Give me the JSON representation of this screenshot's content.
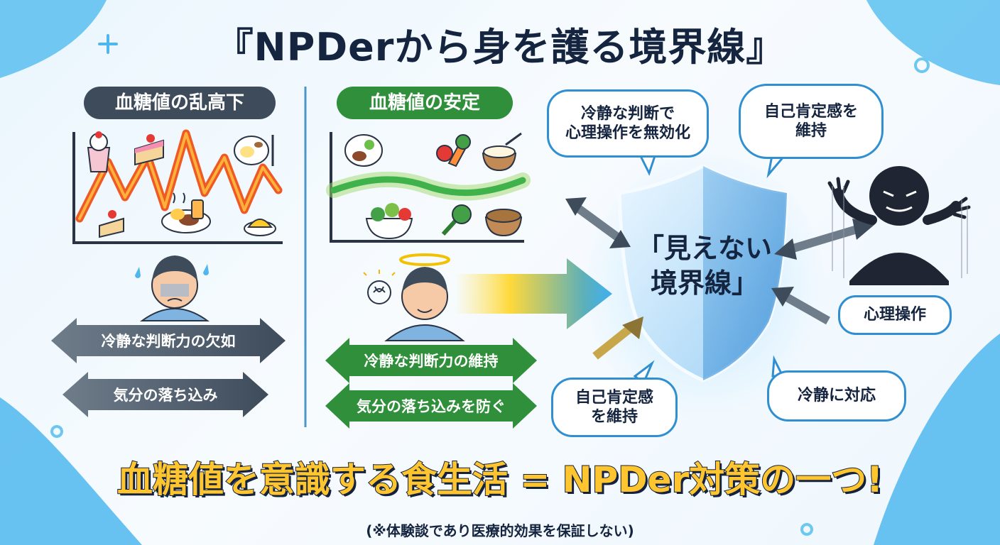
{
  "title": "『NPDerから身を護る境界線』",
  "left_panel": {
    "label": "血糖値の乱高下",
    "arrows": [
      "冷静な判断力の欠如",
      "気分の落ち込み"
    ]
  },
  "middle_panel": {
    "label": "血糖値の安定",
    "arrows": [
      "冷静な判断力の維持",
      "気分の落ち込みを防ぐ"
    ]
  },
  "shield": {
    "line1": "「見えない",
    "line2": "境界線」"
  },
  "bubbles": {
    "top_left": [
      "冷静な判断で",
      "心理操作を無効化"
    ],
    "top_right": [
      "自己肯定感を",
      "維持"
    ],
    "bottom_left": [
      "自己肯定感",
      "を維持"
    ],
    "right_mid": "心理操作",
    "right_bottom": "冷静に対応"
  },
  "bottom_slogan": "血糖値を意識する食生活 = NPDer対策の一つ!",
  "footnote": "(※体験談であり医療的効果を保証しない)",
  "colors": {
    "dark_pill": "#3d4b5b",
    "green_pill": "#2f8f3a",
    "spike_line": "#ef5a24",
    "stable_line": "#3fb24b",
    "bubble_border": "#2f8fd0",
    "slogan_fill": "#ffc52e"
  },
  "icons": [
    "parfait-icon",
    "cake-icon",
    "breakfast-plate-icon",
    "hamburg-steak-icon",
    "juice-icon",
    "cake-slice-icon",
    "omelet-icon",
    "steak-salad-icon",
    "vegetables-icon",
    "rice-bowl-icon",
    "salad-bowl-icon",
    "broccoli-icon",
    "grain-bowl-icon",
    "stressed-person-icon",
    "calm-person-icon",
    "brain-icon",
    "shield-icon",
    "shadow-manipulator-icon"
  ]
}
